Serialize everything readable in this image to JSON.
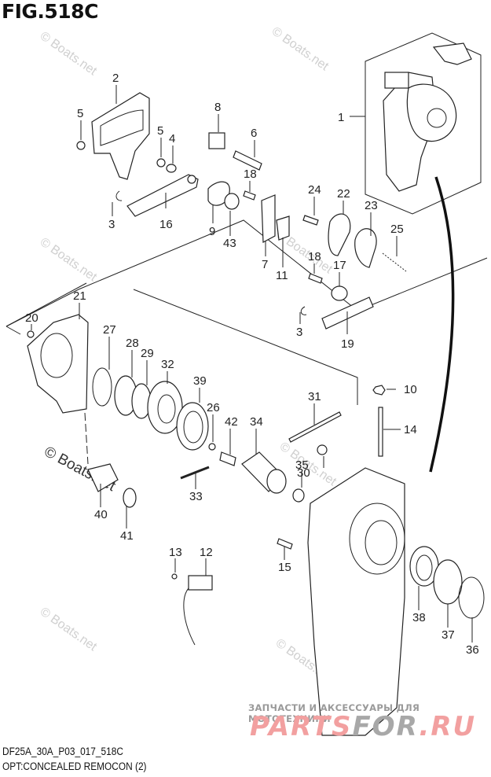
{
  "figure": {
    "title": "FIG.518C",
    "code": "DF25A_30A_P03_017_518C",
    "caption": "OPT:CONCEALED REMOCON (2)"
  },
  "watermarks": {
    "boats": "© Boats.net",
    "ru_tagline": "ЗАПЧАСТИ И АКСЕССУАРЫ ДЛЯ МОТОТЕХНИКИ",
    "ru_logo_a": "PARTS",
    "ru_logo_b": "FOR",
    "ru_logo_c": ".RU"
  },
  "callouts": [
    {
      "id": "1"
    },
    {
      "id": "2"
    },
    {
      "id": "3"
    },
    {
      "id": "4"
    },
    {
      "id": "5"
    },
    {
      "id": "6"
    },
    {
      "id": "7"
    },
    {
      "id": "8"
    },
    {
      "id": "9"
    },
    {
      "id": "10"
    },
    {
      "id": "11"
    },
    {
      "id": "12"
    },
    {
      "id": "13"
    },
    {
      "id": "14"
    },
    {
      "id": "15"
    },
    {
      "id": "16"
    },
    {
      "id": "17"
    },
    {
      "id": "18"
    },
    {
      "id": "19"
    },
    {
      "id": "20"
    },
    {
      "id": "21"
    },
    {
      "id": "22"
    },
    {
      "id": "23"
    },
    {
      "id": "24"
    },
    {
      "id": "25"
    },
    {
      "id": "26"
    },
    {
      "id": "27"
    },
    {
      "id": "28"
    },
    {
      "id": "29"
    },
    {
      "id": "30"
    },
    {
      "id": "31"
    },
    {
      "id": "32"
    },
    {
      "id": "33"
    },
    {
      "id": "34"
    },
    {
      "id": "35"
    },
    {
      "id": "36"
    },
    {
      "id": "37"
    },
    {
      "id": "38"
    },
    {
      "id": "39"
    },
    {
      "id": "40"
    },
    {
      "id": "41"
    },
    {
      "id": "42"
    },
    {
      "id": "43"
    }
  ],
  "labels": {
    "p1": "1",
    "p2": "2",
    "p3a": "3",
    "p3b": "3",
    "p4": "4",
    "p5a": "5",
    "p5b": "5",
    "p6": "6",
    "p7": "7",
    "p8": "8",
    "p9": "9",
    "p10": "10",
    "p11": "11",
    "p12": "12",
    "p13": "13",
    "p14": "14",
    "p15": "15",
    "p16": "16",
    "p17": "17",
    "p18a": "18",
    "p18b": "18",
    "p19": "19",
    "p20": "20",
    "p21": "21",
    "p22": "22",
    "p23": "23",
    "p24": "24",
    "p25": "25",
    "p26": "26",
    "p27": "27",
    "p28": "28",
    "p29": "29",
    "p30": "30",
    "p31": "31",
    "p32": "32",
    "p33": "33",
    "p34": "34",
    "p35": "35",
    "p36": "36",
    "p37": "37",
    "p38": "38",
    "p39": "39",
    "p40": "40",
    "p41": "41",
    "p42": "42",
    "p43": "43"
  }
}
